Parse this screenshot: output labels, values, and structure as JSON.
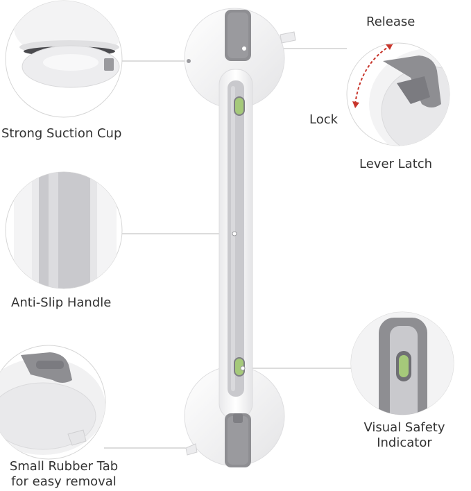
{
  "labels": {
    "suction_cup": "Strong Suction Cup",
    "handle": "Anti-Slip Handle",
    "rubber_tab_line1": "Small Rubber Tab",
    "rubber_tab_line2": "for easy removal",
    "release": "Release",
    "lock": "Lock",
    "lever_latch": "Lever Latch",
    "safety_line1": "Visual Safety",
    "safety_line2": "Indicator"
  },
  "colors": {
    "product_white": "#f6f6f6",
    "product_grey": "#c9c9cd",
    "latch_grey": "#8e8e92",
    "indicator_green": "#a5c97a",
    "arrow_red": "#c8352b",
    "callout_line": "#b8b8b8",
    "circle_outline": "#d6d6d6"
  }
}
